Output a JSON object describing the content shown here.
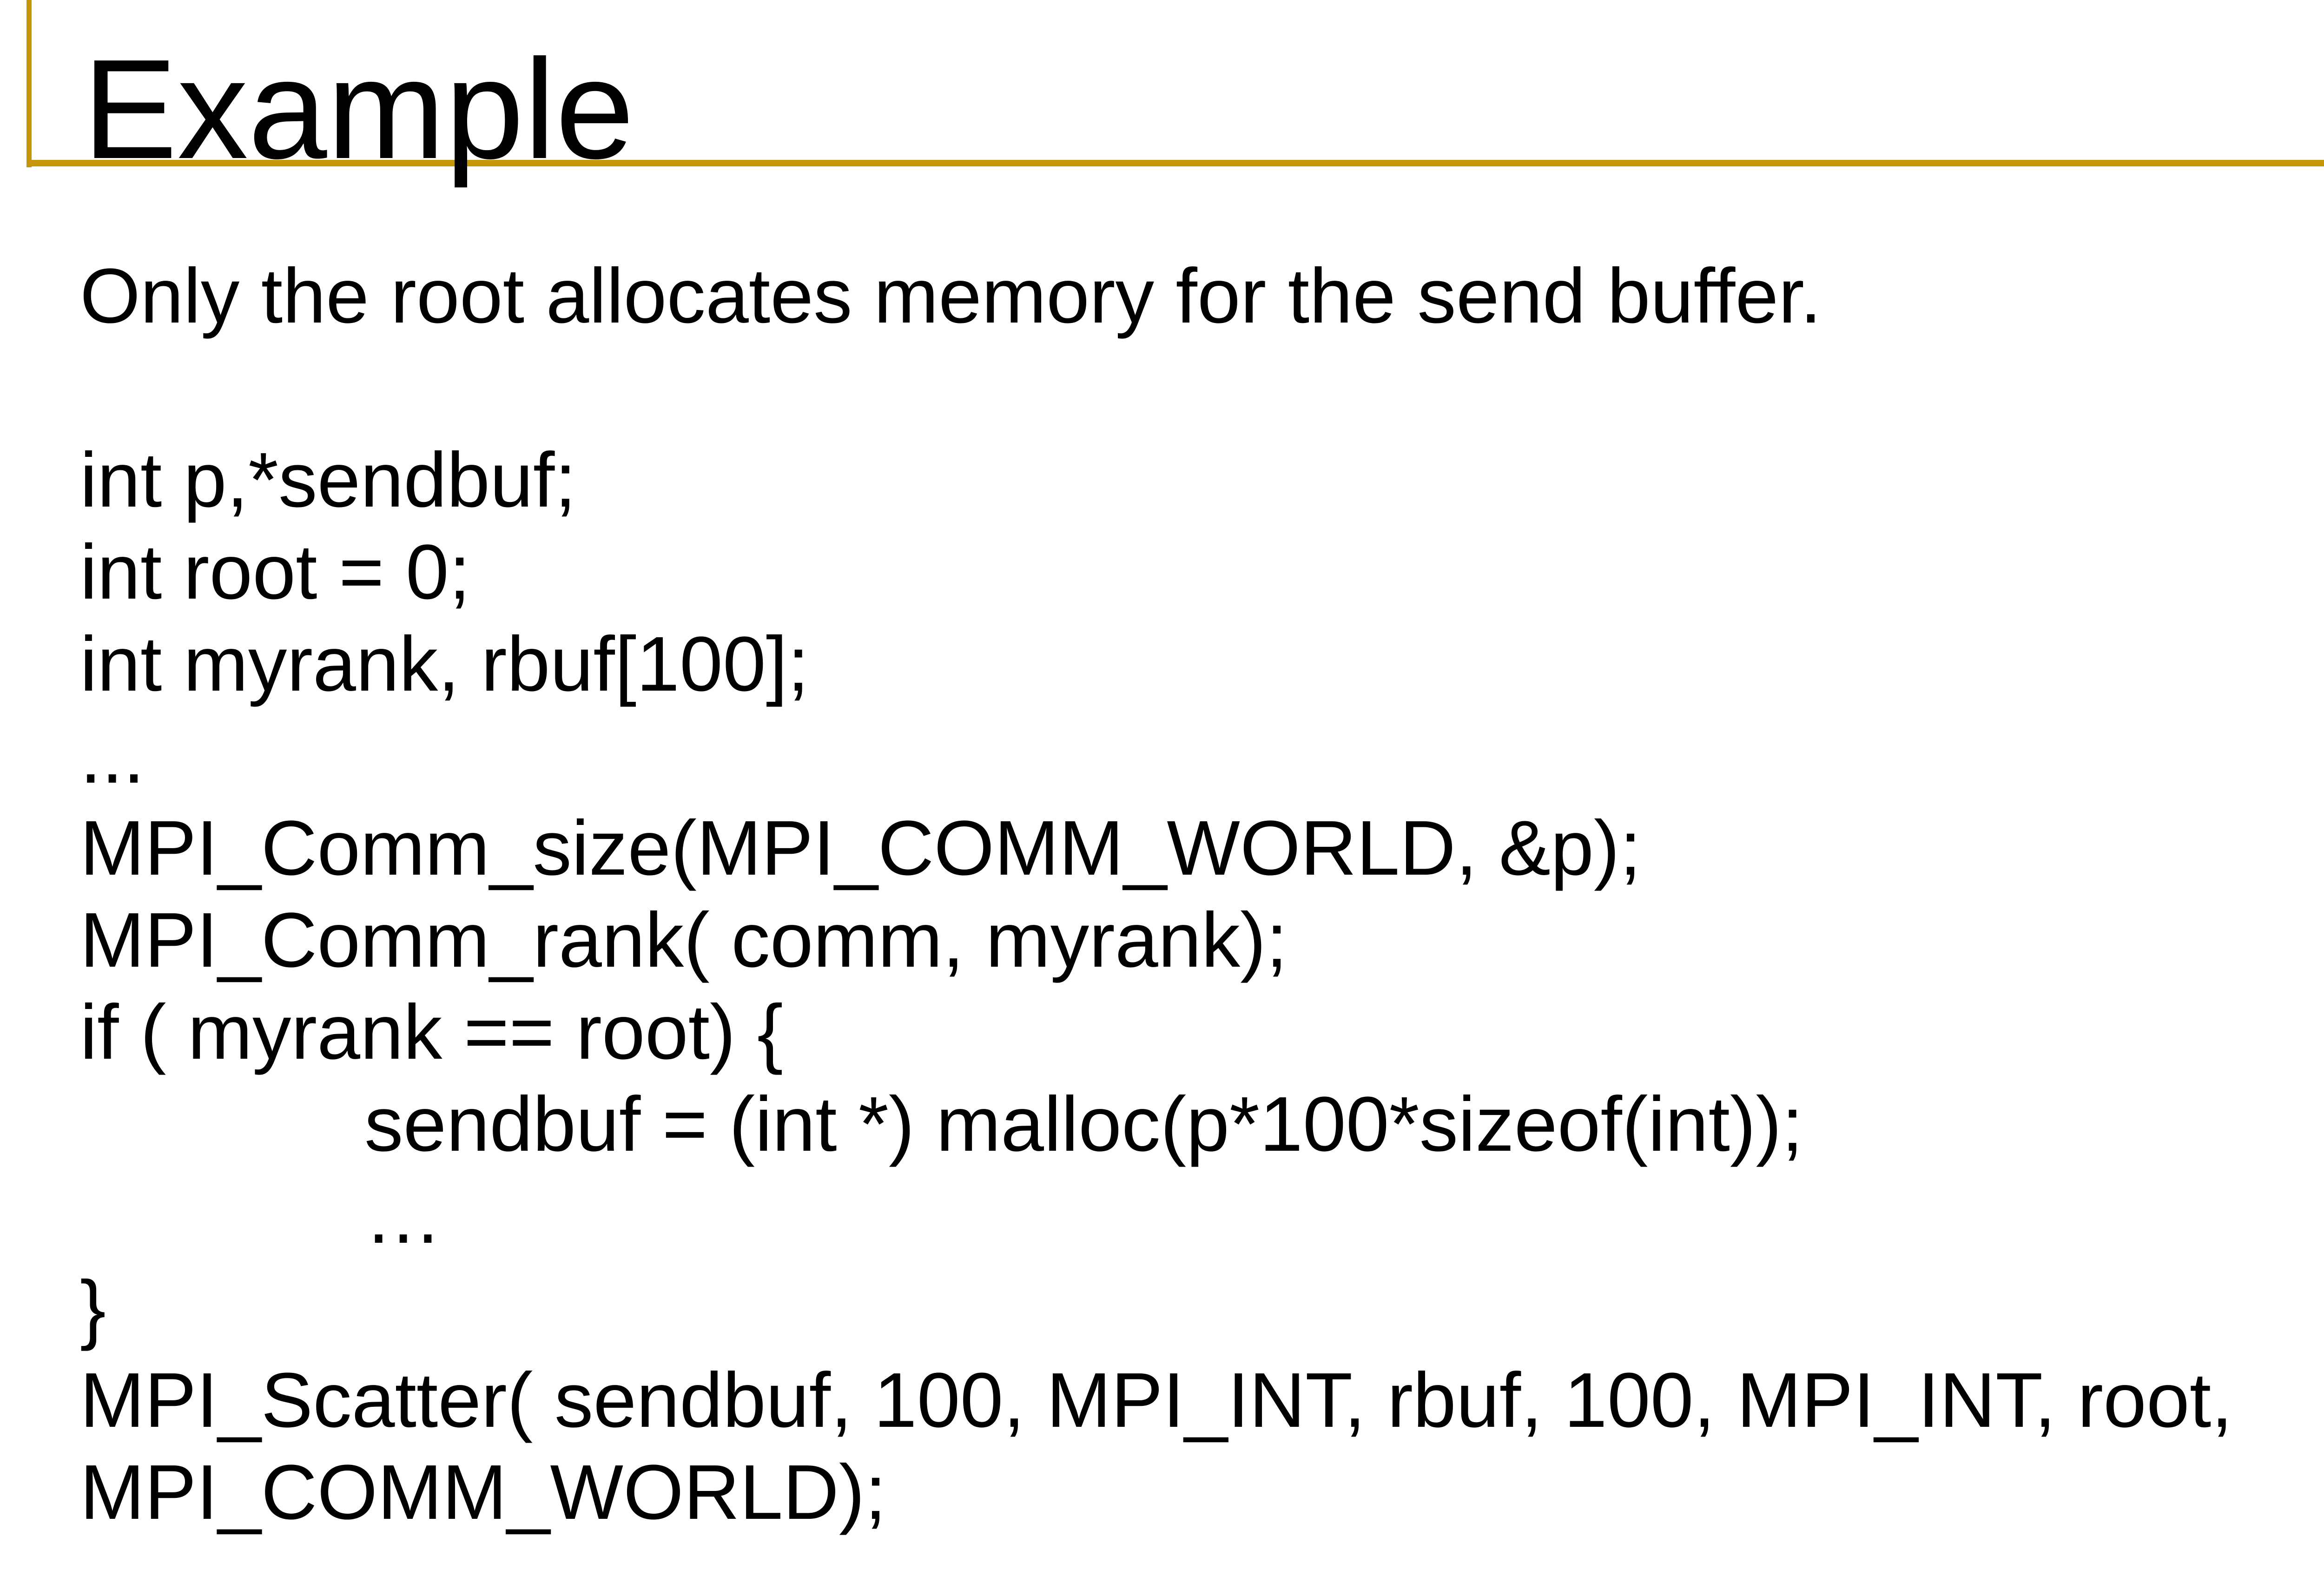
{
  "slide": {
    "title": "Example",
    "accent_color": "#C6960A",
    "background_color": "#FFFFFF",
    "text_color": "#000000",
    "body_lines": [
      {
        "text": "Only the root allocates memory for the send buffer.",
        "indent": false
      },
      {
        "text": "",
        "indent": false
      },
      {
        "text": "int p,*sendbuf;",
        "indent": false
      },
      {
        "text": "int root = 0;",
        "indent": false
      },
      {
        "text": "int myrank, rbuf[100];",
        "indent": false
      },
      {
        "text": "...",
        "indent": false
      },
      {
        "text": "MPI_Comm_size(MPI_COMM_WORLD, &p);",
        "indent": false
      },
      {
        "text": "MPI_Comm_rank( comm, myrank);",
        "indent": false
      },
      {
        "text": "if ( myrank == root) {",
        "indent": false
      },
      {
        "text": "sendbuf = (int *) malloc(p*100*sizeof(int));",
        "indent": true
      },
      {
        "text": "…",
        "indent": true
      },
      {
        "text": "}",
        "indent": false
      },
      {
        "text": "MPI_Scatter( sendbuf, 100, MPI_INT, rbuf, 100, MPI_INT, root,",
        "indent": false
      },
      {
        "text": "MPI_COMM_WORLD);",
        "indent": false
      }
    ]
  }
}
